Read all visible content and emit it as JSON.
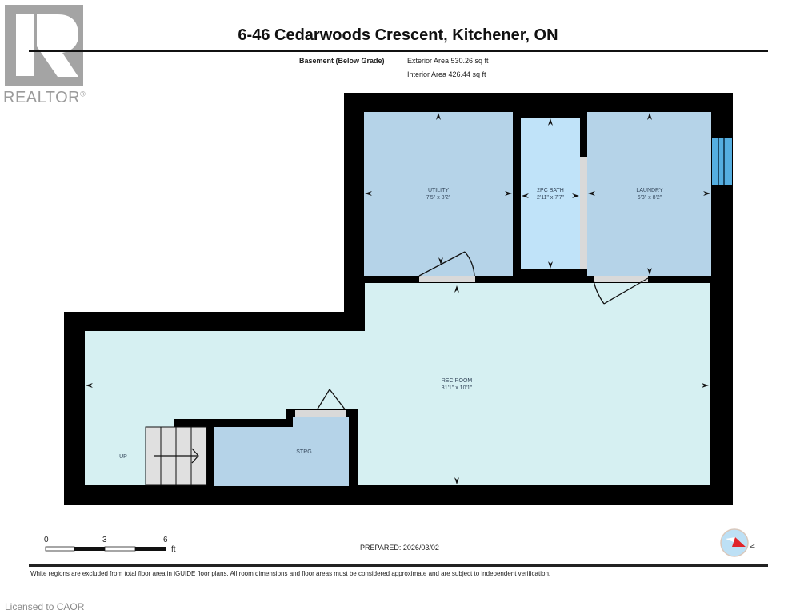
{
  "logo": {
    "text": "REALTOR",
    "trademark": "®",
    "box_color": "#a4a4a4"
  },
  "header": {
    "title": "6-46 Cedarwoods Crescent, Kitchener, ON",
    "floor_label": "Basement (Below Grade)",
    "exterior_area": "Exterior Area 530.26 sq ft",
    "interior_area": "Interior Area 426.44 sq ft"
  },
  "rooms": [
    {
      "name": "UTILITY",
      "dims": "7'5\" x 8'2\"",
      "color": "#b5d3e8"
    },
    {
      "name": "2PC BATH",
      "dims": "2'11\" x 7'7\"",
      "color": "#c0e3f9"
    },
    {
      "name": "LAUNDRY",
      "dims": "6'3\" x 8'2\"",
      "color": "#b5d3e8"
    },
    {
      "name": "REC ROOM",
      "dims": "31'1\" x 10'1\"",
      "color": "#d6f0f2"
    },
    {
      "name": "STRG",
      "dims": "",
      "color": "#b5d3e8"
    },
    {
      "name": "UP",
      "dims": "",
      "color": ""
    }
  ],
  "colors": {
    "wall": "#000000",
    "door_opening": "#d9d9d9",
    "window": "#55aee0",
    "stairs": "#e0e0e0"
  },
  "scale_bar": {
    "ticks": [
      "0",
      "3",
      "6"
    ],
    "unit": "ft"
  },
  "compass": {
    "label": "N"
  },
  "footer": {
    "prepared": "PREPARED: 2026/03/02",
    "disclaimer": "White regions are excluded from total floor area in iGUIDE floor plans. All room dimensions and floor areas must be considered approximate and are subject to independent verification.",
    "licensed": "Licensed to CAOR"
  }
}
